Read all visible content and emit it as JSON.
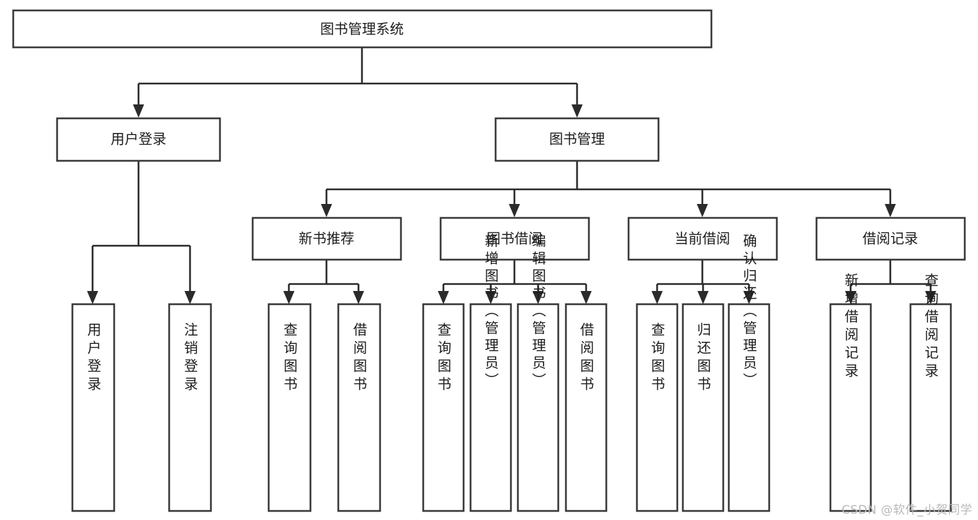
{
  "diagram": {
    "type": "tree-hierarchy",
    "title": "图书管理系统",
    "watermark": "CSDN @软件_小贺同学",
    "colors": {
      "box_stroke": "#3a3a3a",
      "connector": "#2b2b2b",
      "background": "#ffffff",
      "text": "#1d1d1d",
      "watermark": "#b9b9b9"
    },
    "levels": {
      "root": {
        "label": "图书管理系统"
      },
      "level1": [
        {
          "label": "用户登录"
        },
        {
          "label": "图书管理"
        }
      ],
      "level2": [
        {
          "label": "新书推荐"
        },
        {
          "label": "图书借阅"
        },
        {
          "label": "当前借阅"
        },
        {
          "label": "借阅记录"
        }
      ],
      "leaves": {
        "user_login": [
          {
            "label": "用户登录"
          },
          {
            "label": "注销登录"
          }
        ],
        "new_book_recommend": [
          {
            "label": "查询图书"
          },
          {
            "label": "借阅图书"
          }
        ],
        "book_borrow": [
          {
            "label": "查询图书"
          },
          {
            "label": "新增图书（管理员）"
          },
          {
            "label": "编辑图书（管理员）"
          },
          {
            "label": "借阅图书"
          }
        ],
        "current_borrow": [
          {
            "label": "查询图书"
          },
          {
            "label": "归还图书"
          },
          {
            "label": "确认归还（管理员）"
          }
        ],
        "borrow_record": [
          {
            "label": "新增借阅记录"
          },
          {
            "label": "查询借阅记录"
          }
        ]
      }
    }
  }
}
